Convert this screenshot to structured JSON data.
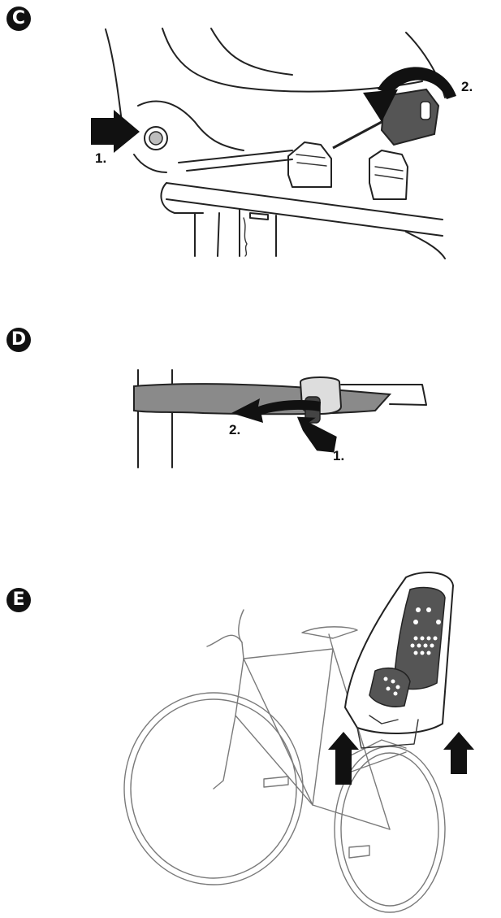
{
  "steps": [
    {
      "id": "C",
      "callouts": [
        "1.",
        "2."
      ]
    },
    {
      "id": "D",
      "callouts": [
        "1.",
        "2."
      ]
    },
    {
      "id": "E",
      "callouts": []
    }
  ],
  "colors": {
    "line": "#222222",
    "arrow": "#111111",
    "strap": "#8a8a8a",
    "seat": "#555555",
    "bike": "#7a7a7a"
  }
}
